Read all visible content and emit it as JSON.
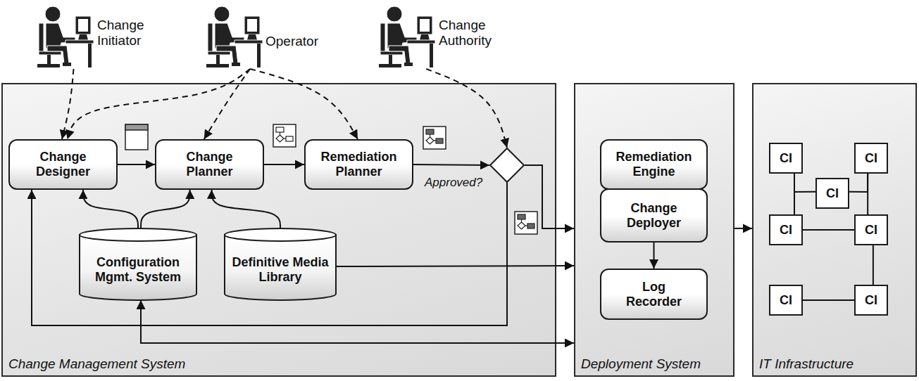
{
  "diagram": {
    "nodes": [
      {
        "text": [
          "Change Initiator"
        ]
      },
      {
        "text": [
          "Operator"
        ]
      },
      {
        "text": [
          "Change Authority"
        ]
      },
      {
        "text": [
          "Change Management System"
        ]
      },
      {
        "text": [
          "Change Designer"
        ],
        "in": 3
      },
      {
        "text": [
          "Change Planner"
        ],
        "in": 3
      },
      {
        "text": [
          "Remediation Planner"
        ],
        "in": 3
      },
      {
        "text": [
          "Approved?"
        ],
        "in": 3
      },
      {
        "text": [
          "Configuration Mgmt. System"
        ],
        "in": 3
      },
      {
        "text": [
          "Definitive Media Library"
        ],
        "in": 3
      },
      {
        "text": [
          "Deployment System"
        ]
      },
      {
        "text": [
          "Remediation Engine"
        ],
        "in": 10
      },
      {
        "text": [
          "Change Deployer"
        ],
        "in": 10
      },
      {
        "text": [
          "Log Recorder"
        ],
        "in": 10
      },
      {
        "text": [
          "IT Infrastructure"
        ]
      },
      {
        "text": [
          "CI"
        ],
        "in": 14
      },
      {
        "text": [
          "CI"
        ],
        "in": 14
      },
      {
        "text": [
          "CI"
        ],
        "in": 14
      },
      {
        "text": [
          "CI"
        ],
        "in": 14
      },
      {
        "text": [
          "CI"
        ],
        "in": 14
      },
      {
        "text": [
          "CI"
        ],
        "in": 14
      },
      {
        "text": [
          "CI"
        ],
        "in": 14
      }
    ],
    "edges": [
      {
        "from": 0,
        "to": 4,
        "arrow": "to"
      },
      {
        "from": 1,
        "to": 4,
        "arrow": "to"
      },
      {
        "from": 1,
        "to": 5,
        "arrow": "to"
      },
      {
        "from": 1,
        "to": 6,
        "arrow": "to"
      },
      {
        "from": 2,
        "to": 7,
        "arrow": "to"
      },
      {
        "from": 4,
        "to": 5,
        "arrow": "to"
      },
      {
        "from": 5,
        "to": 6,
        "arrow": "to"
      },
      {
        "from": 6,
        "to": 7,
        "arrow": "to"
      },
      {
        "from": 7,
        "to": 10,
        "arrow": "to"
      },
      {
        "from": 7,
        "to": 4,
        "arrow": "to"
      },
      {
        "from": 8,
        "to": 4,
        "arrow": "to"
      },
      {
        "from": 8,
        "to": 5,
        "arrow": "to"
      },
      {
        "from": 9,
        "to": 5,
        "arrow": "to"
      },
      {
        "from": 9,
        "to": 10,
        "arrow": "to"
      },
      {
        "from": 8,
        "to": 10,
        "arrow": "both"
      },
      {
        "from": 12,
        "to": 13,
        "arrow": "to"
      },
      {
        "from": 10,
        "to": 14,
        "arrow": "to"
      },
      {
        "from": 15,
        "to": 18,
        "arrow": "none"
      },
      {
        "from": 16,
        "to": 19,
        "arrow": "none"
      },
      {
        "from": 17,
        "to": 15,
        "arrow": "none"
      },
      {
        "from": 17,
        "to": 16,
        "arrow": "none"
      },
      {
        "from": 18,
        "to": 19,
        "arrow": "none"
      },
      {
        "from": 19,
        "to": 21,
        "arrow": "none"
      },
      {
        "from": 20,
        "to": 21,
        "arrow": "none"
      }
    ]
  }
}
